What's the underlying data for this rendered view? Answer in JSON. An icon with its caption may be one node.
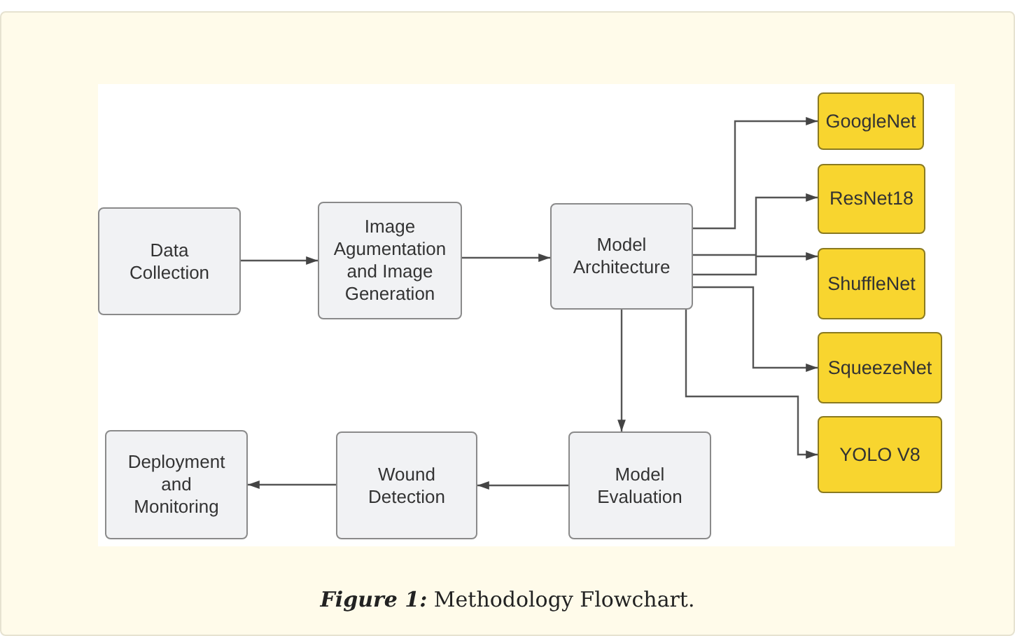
{
  "diagram": {
    "caption": "**Figure 1:** Methodology Flowchart.",
    "nodes": [
      {
        "text": [
          "Data Collection"
        ]
      },
      {
        "text": [
          "Image Agumentation and Image Generation"
        ]
      },
      {
        "text": [
          "Model Architecture"
        ]
      },
      {
        "text": [
          "GoogleNet"
        ]
      },
      {
        "text": [
          "ResNet18"
        ]
      },
      {
        "text": [
          "ShuffleNet"
        ]
      },
      {
        "text": [
          "SqueezeNet"
        ]
      },
      {
        "text": [
          "YOLO V8"
        ]
      },
      {
        "text": [
          "Model Evaluation"
        ]
      },
      {
        "text": [
          "Wound Detection"
        ]
      },
      {
        "text": [
          "Deployment and Monitoring"
        ]
      }
    ],
    "edges": [
      {
        "from": 0,
        "to": 1,
        "arrow": "to"
      },
      {
        "from": 1,
        "to": 2,
        "arrow": "to"
      },
      {
        "from": 2,
        "to": 3,
        "arrow": "to"
      },
      {
        "from": 2,
        "to": 4,
        "arrow": "to"
      },
      {
        "from": 2,
        "to": 5,
        "arrow": "to"
      },
      {
        "from": 2,
        "to": 6,
        "arrow": "to"
      },
      {
        "from": 2,
        "to": 7,
        "arrow": "to"
      },
      {
        "from": 2,
        "to": 8,
        "arrow": "to"
      },
      {
        "from": 8,
        "to": 9,
        "arrow": "to"
      },
      {
        "from": 9,
        "to": 10,
        "arrow": "to"
      }
    ]
  }
}
